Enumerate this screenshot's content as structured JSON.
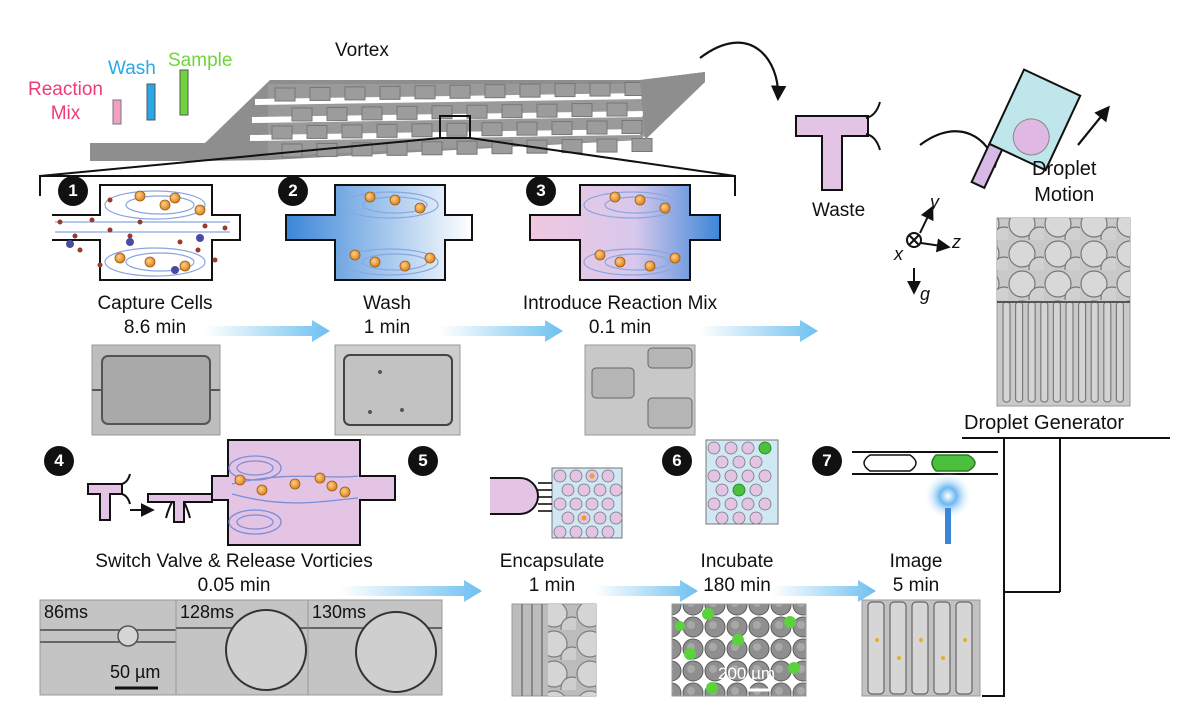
{
  "device": {
    "title": "Vortex",
    "inlets": {
      "reaction_mix": "Reaction\nMix",
      "wash": "Wash",
      "sample": "Sample"
    },
    "colors": {
      "reaction_mix": "#ee3b7a",
      "wash": "#28a8e6",
      "sample": "#6ed63c"
    }
  },
  "steps": [
    {
      "number": "1",
      "label": "Capture Cells",
      "time": "8.6 min"
    },
    {
      "number": "2",
      "label": "Wash",
      "time": "1 min"
    },
    {
      "number": "3",
      "label": "Introduce Reaction Mix",
      "time": "0.1 min"
    },
    {
      "number": "4",
      "label": "Switch Valve & Release Vorticies",
      "time": "0.05 min"
    },
    {
      "number": "5",
      "label": "Encapsulate",
      "time": "1 min"
    },
    {
      "number": "6",
      "label": "Incubate",
      "time": "180 min"
    },
    {
      "number": "7",
      "label": "Image",
      "time": "5 min"
    }
  ],
  "labels": {
    "waste": "Waste",
    "droplet_motion": "Droplet\nMotion",
    "droplet_generator": "Droplet Generator",
    "axes": {
      "x": "x",
      "y": "y",
      "z": "z",
      "g": "g"
    }
  },
  "micrographs": {
    "timestamps": [
      "86ms",
      "128ms",
      "130ms"
    ],
    "scale_bar_1": "50 µm",
    "scale_bar_2": "200 µm"
  },
  "colors": {
    "pink": "#e4c4e4",
    "blue": "#3c86d8",
    "light_blue": "#cfe8f4",
    "arrow": "#7cc4ee",
    "cell": "#e8a030",
    "green_droplet": "#4cc03c"
  }
}
